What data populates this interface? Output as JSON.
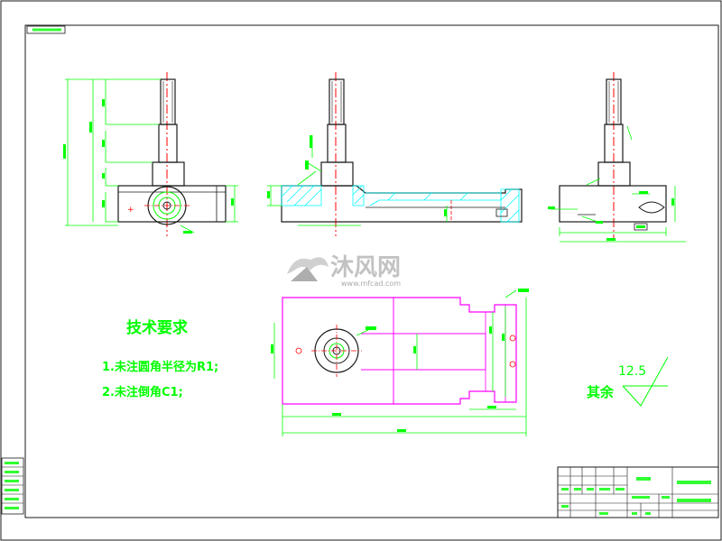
{
  "sheet": {
    "header_tag": "",
    "revision_box": ""
  },
  "technical_requirements": {
    "title": "技术要求",
    "items": [
      "1.未注圆角半径为R1;",
      "2.未注倒角C1;"
    ]
  },
  "surface_finish": {
    "label": "其余",
    "value": "12.5"
  },
  "watermark": {
    "brand": "沐风网",
    "url": "www.mfcad.com"
  },
  "title_block": {
    "name": "",
    "material": "",
    "drawing_no": ""
  },
  "colors": {
    "background": "#ffffff",
    "outline": "#1a1a1a",
    "dimension": "#00ff00",
    "centerline": "#ff0000",
    "hatch": "#00ffff",
    "plan_view": "#ff00ff",
    "text": "#00ff00"
  }
}
